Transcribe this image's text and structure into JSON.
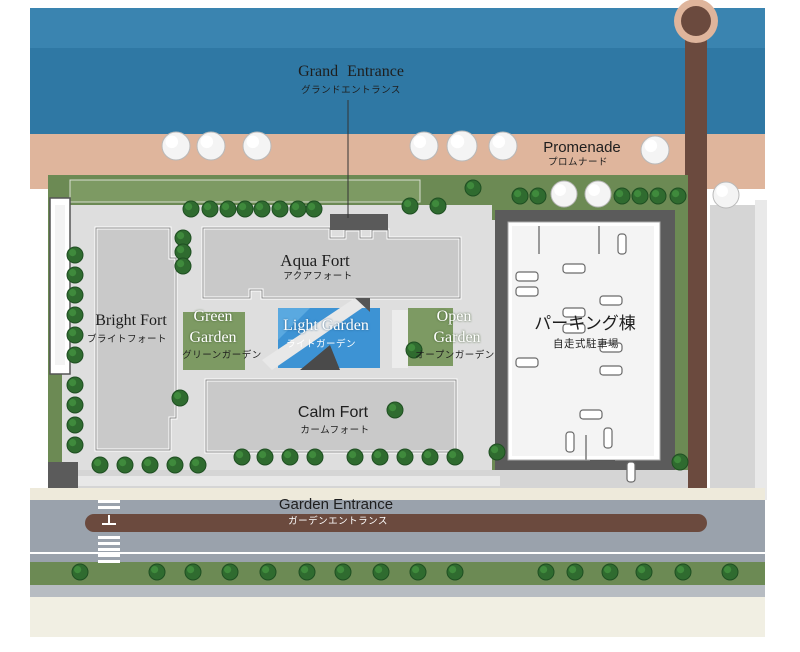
{
  "colors": {
    "sea": "#2f78a4",
    "sand": "#dfb59c",
    "path": "#6b4a3e",
    "green": "#6c8a54",
    "building": "#c9c9c9",
    "plaza": "#dedede",
    "water": "#3d93d4",
    "road": "#9aa2ac"
  },
  "labels": {
    "grand_entrance": {
      "en": "Grand Entrance",
      "jp": "グランドエントランス"
    },
    "promenade": {
      "en": "Promenade",
      "jp": "プロムナード"
    },
    "aqua_fort": {
      "en": "Aqua Fort",
      "jp": "アクアフォート"
    },
    "bright_fort": {
      "en": "Bright Fort",
      "jp": "ブライトフォート"
    },
    "green_garden": {
      "en1": "Green",
      "en2": "Garden",
      "jp": "グリーンガーデン"
    },
    "light_garden": {
      "en": "Light Garden",
      "jp": "ライトガーデン"
    },
    "open_garden": {
      "en1": "Open",
      "en2": "Garden",
      "jp": "オープンガーデン"
    },
    "parking": {
      "main": "パーキング棟",
      "sub": "自走式駐車場"
    },
    "calm_fort": {
      "en": "Calm Fort",
      "jp": "カームフォート"
    },
    "garden_entrance": {
      "en": "Garden Entrance",
      "jp": "ガーデンエントランス"
    }
  },
  "icons": {
    "tree": "tree-icon",
    "car": "car-icon"
  }
}
